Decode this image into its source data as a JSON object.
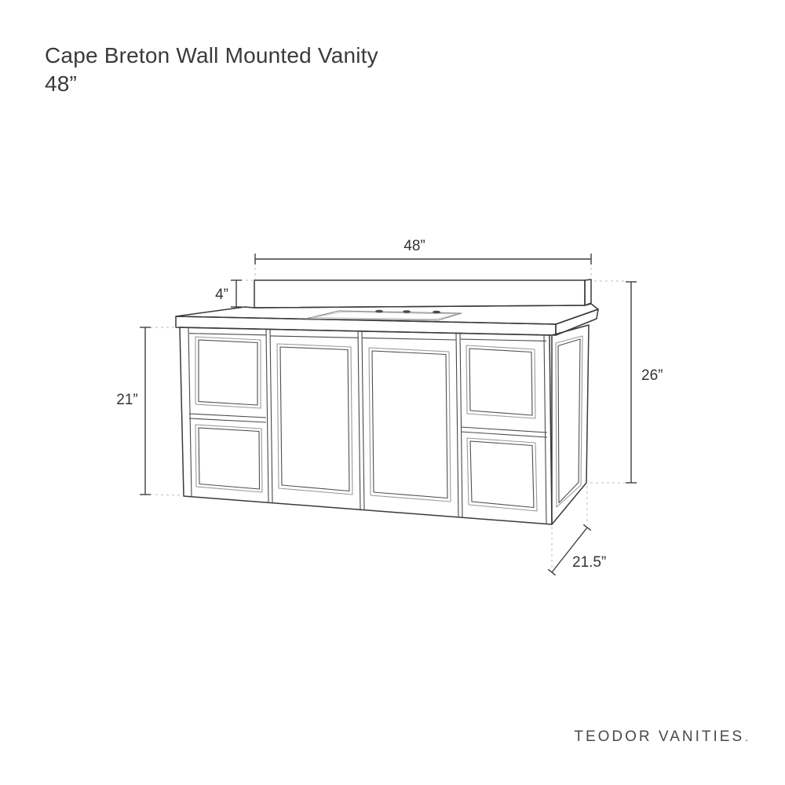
{
  "title": {
    "line1": "Cape Breton Wall Mounted Vanity",
    "line2": "48”"
  },
  "dimensions": {
    "width": "48”",
    "backsplash_height": "4”",
    "cabinet_front_height": "21”",
    "overall_height": "26”",
    "depth": "21.5”"
  },
  "brand": {
    "name": "TEODOR VANITIES",
    "mark": "."
  },
  "colors": {
    "outline": "#3a3a3a",
    "panel_light": "#9a9a9a",
    "panel_dark": "#4f4f4f",
    "extension_dash": "#c9c9c9",
    "text": "#333333"
  }
}
